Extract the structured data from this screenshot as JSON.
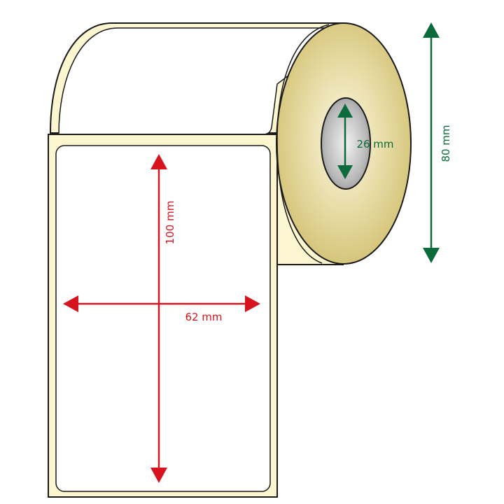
{
  "labels": {
    "height": "100 mm",
    "width": "62 mm",
    "core": "26 mm",
    "outer": "80 mm"
  },
  "colors": {
    "label_dimension": "#d7141e",
    "roll_dimension": "#0b6b3a",
    "liner": "#fbf6d0",
    "roll_side": "#d8c77a",
    "core": "#a8a8a8",
    "outline": "#1a1a1a"
  }
}
